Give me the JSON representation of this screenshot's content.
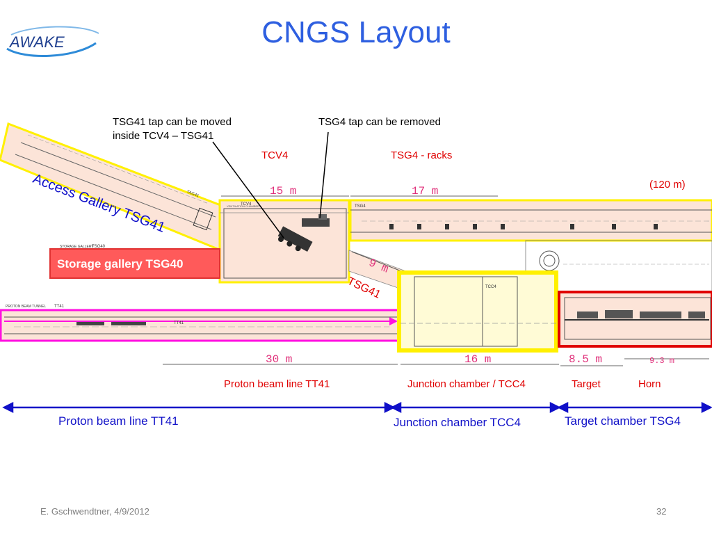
{
  "logo": {
    "text": "AWAKE"
  },
  "title": "CNGS Layout",
  "notes": {
    "tsg41_tap_line1": "TSG41 tap can be moved",
    "tsg41_tap_line2": "inside TCV4 – TSG41",
    "tsg4_tap": "TSG4 tap can be removed"
  },
  "red_labels": {
    "tcv4": "TCV4",
    "tsg4_racks": "TSG4 - racks",
    "length_120": "(120 m)",
    "proton_tt41": "Proton beam line TT41",
    "junction_tcc4": "Junction chamber / TCC4",
    "target": "Target",
    "horn": "Horn"
  },
  "dimensions": {
    "d15": "15 m",
    "d17": "17 m",
    "d9": "9 m",
    "d30": "30 m",
    "d16": "16 m",
    "d8_5": "8.5 m",
    "d9_3": "9.3 m"
  },
  "overlay_labels": {
    "access_gallery": "Access Gallery TSG41",
    "storage_gallery": "Storage gallery TSG40",
    "tsg41": "TSG41"
  },
  "drawing_labels": {
    "tsg40": "TSG40",
    "storage_gallery_small": "STORAGE GALLERY",
    "tt41": "TT41",
    "tt41_b": "TT41",
    "tcc4": "TCC4",
    "tcv4_small": "TCV4",
    "proton_beam_tunnel": "PROTON BEAM TUNNEL",
    "ventilation": "VENTILATION CHAMBER",
    "tag41": "TAG41",
    "tsg4_small": "TSG4"
  },
  "bottom_sections": {
    "proton": "Proton beam line TT41",
    "junction": "Junction chamber TCC4",
    "target_chamber": "Target chamber TSG4"
  },
  "footer": {
    "author_date": "E. Gschwendtner, 4/9/2012",
    "page": "32"
  },
  "colors": {
    "title": "#2E5FE0",
    "yellow": "#FFF000",
    "magenta": "#FF10E0",
    "red": "#E00000",
    "blue_arrow": "#1010C8"
  }
}
